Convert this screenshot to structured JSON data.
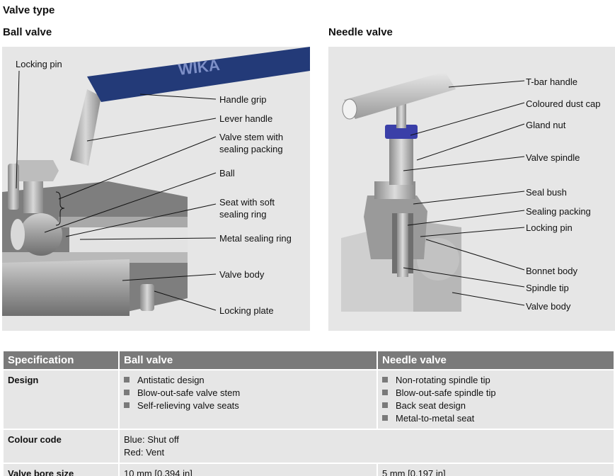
{
  "page": {
    "title": "Valve type",
    "ball_heading": "Ball valve",
    "needle_heading": "Needle valve"
  },
  "ball_callouts": {
    "locking_pin": "Locking pin",
    "handle_grip": "Handle grip",
    "lever_handle": "Lever handle",
    "valve_stem_1": "Valve stem with",
    "valve_stem_2": "sealing packing",
    "ball": "Ball",
    "seat_1": "Seat with soft",
    "seat_2": "sealing ring",
    "metal_ring": "Metal sealing ring",
    "valve_body": "Valve body",
    "locking_plate": "Locking plate",
    "brand": "WIKA"
  },
  "needle_callouts": {
    "tbar": "T-bar handle",
    "dust_cap": "Coloured dust cap",
    "gland_nut": "Gland nut",
    "spindle": "Valve spindle",
    "seal_bush": "Seal bush",
    "sealing_packing": "Sealing packing",
    "locking_pin": "Locking pin",
    "bonnet_body": "Bonnet body",
    "spindle_tip": "Spindle tip",
    "valve_body": "Valve body"
  },
  "table": {
    "headers": [
      "Specification",
      "Ball valve",
      "Needle valve"
    ],
    "design": {
      "label": "Design",
      "ball": [
        "Antistatic design",
        "Blow-out-safe valve stem",
        "Self-relieving valve seats"
      ],
      "needle": [
        "Non-rotating spindle tip",
        "Blow-out-safe spindle tip",
        "Back seat design",
        "Metal-to-metal seat"
      ]
    },
    "colour": {
      "label": "Colour code",
      "line1": "Blue: Shut off",
      "line2": "Red: Vent"
    },
    "bore": {
      "label": "Valve bore size",
      "ball": "10 mm [0.394 in]",
      "needle": "5 mm [0.197 in]"
    }
  },
  "colors": {
    "header_bg": "#7a7a7a",
    "cell_bg": "#e6e6e6",
    "handle_blue": "#233a78",
    "dust_cap_blue": "#3a3fa8"
  }
}
